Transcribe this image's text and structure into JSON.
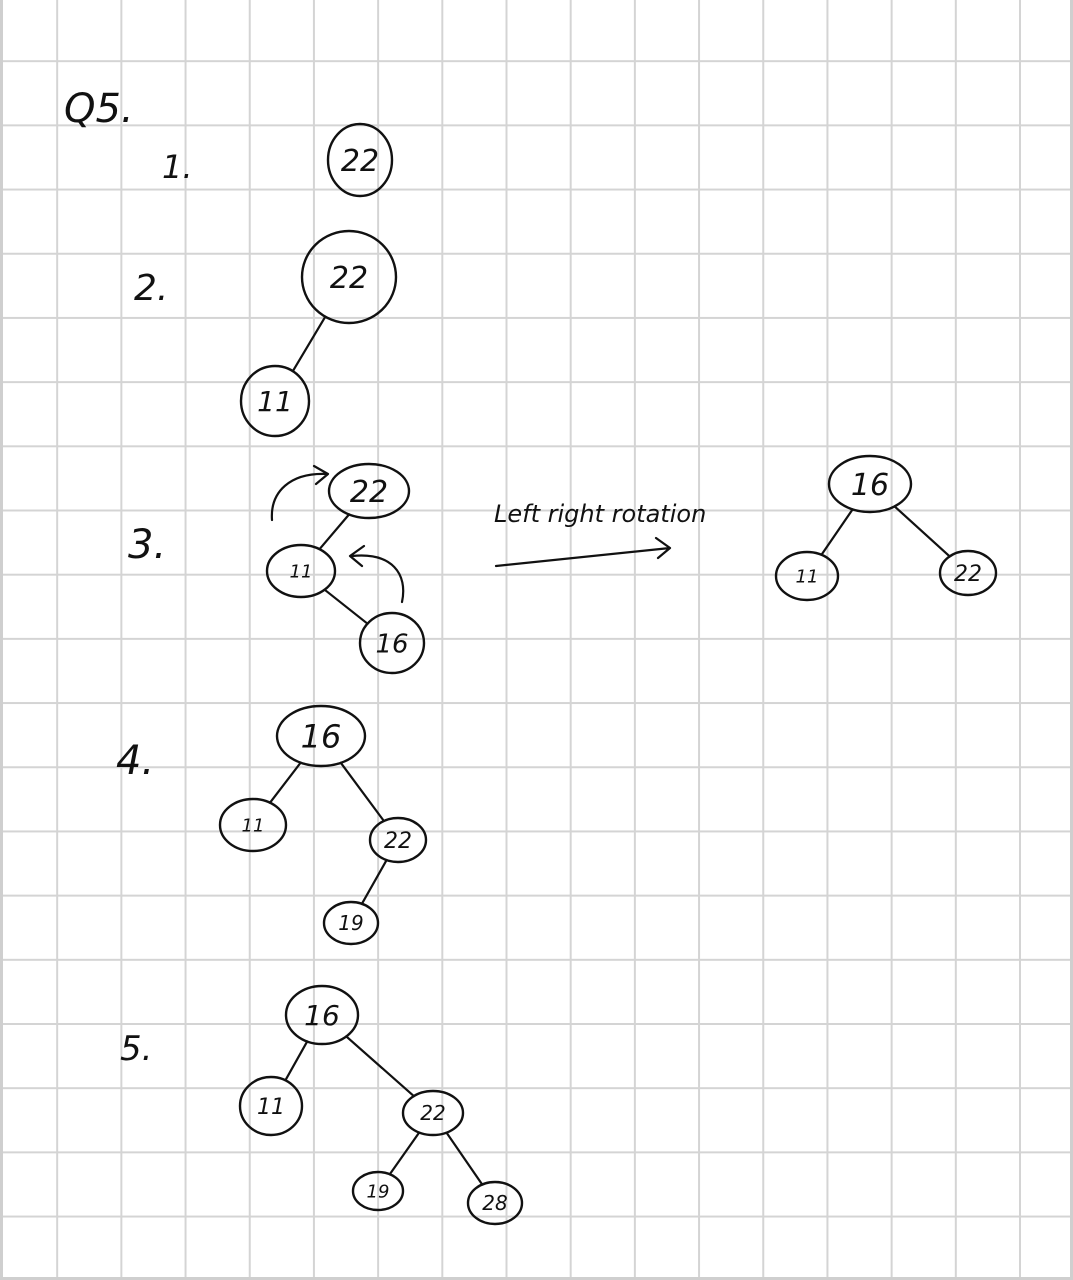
{
  "question_label": "Q5.",
  "rotation_label": "Left right rotation",
  "ink_color": "#111111",
  "grid_color": "#d4d4d4",
  "steps": [
    {
      "label": "1.",
      "nodes": [
        {
          "id": "s1-22",
          "value": "22"
        }
      ],
      "edges": []
    },
    {
      "label": "2.",
      "nodes": [
        {
          "id": "s2-22",
          "value": "22"
        },
        {
          "id": "s2-11",
          "value": "11"
        }
      ],
      "edges": [
        [
          "s2-22",
          "s2-11"
        ]
      ]
    },
    {
      "label": "3.",
      "nodes": [
        {
          "id": "s3-22",
          "value": "22"
        },
        {
          "id": "s3-11",
          "value": "11"
        },
        {
          "id": "s3-16",
          "value": "16"
        },
        {
          "id": "s3r-16",
          "value": "16"
        },
        {
          "id": "s3r-11",
          "value": "11"
        },
        {
          "id": "s3r-22",
          "value": "22"
        }
      ],
      "edges": [
        [
          "s3-22",
          "s3-11"
        ],
        [
          "s3-11",
          "s3-16"
        ],
        [
          "s3r-16",
          "s3r-11"
        ],
        [
          "s3r-16",
          "s3r-22"
        ]
      ]
    },
    {
      "label": "4.",
      "nodes": [
        {
          "id": "s4-16",
          "value": "16"
        },
        {
          "id": "s4-11",
          "value": "11"
        },
        {
          "id": "s4-22",
          "value": "22"
        },
        {
          "id": "s4-19",
          "value": "19"
        }
      ],
      "edges": [
        [
          "s4-16",
          "s4-11"
        ],
        [
          "s4-16",
          "s4-22"
        ],
        [
          "s4-22",
          "s4-19"
        ]
      ]
    },
    {
      "label": "5.",
      "nodes": [
        {
          "id": "s5-16",
          "value": "16"
        },
        {
          "id": "s5-11",
          "value": "11"
        },
        {
          "id": "s5-22",
          "value": "22"
        },
        {
          "id": "s5-19",
          "value": "19"
        },
        {
          "id": "s5-28",
          "value": "28"
        }
      ],
      "edges": [
        [
          "s5-16",
          "s5-11"
        ],
        [
          "s5-16",
          "s5-22"
        ],
        [
          "s5-22",
          "s5-19"
        ],
        [
          "s5-22",
          "s5-28"
        ]
      ]
    }
  ]
}
